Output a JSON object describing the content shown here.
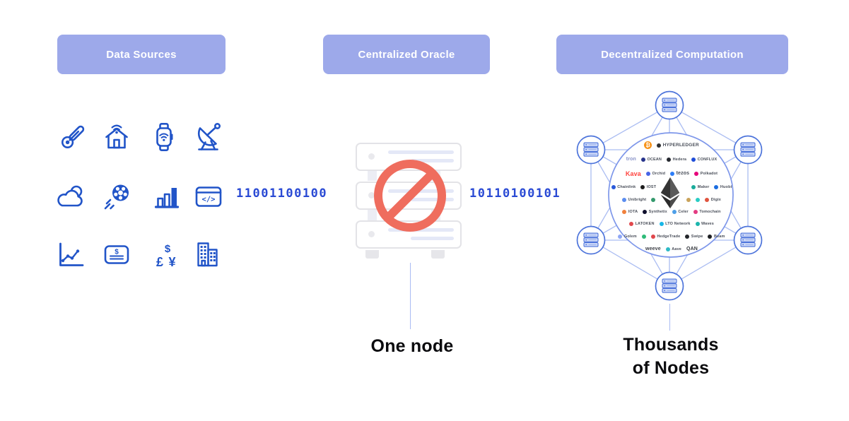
{
  "headers": {
    "data_sources": "Data Sources",
    "centralized_oracle": "Centralized Oracle",
    "decentralized_computation": "Decentralized Computation"
  },
  "data_sources": {
    "icon_names": [
      "thermometer",
      "smart-home",
      "smartwatch",
      "satellite-dish",
      "weather-cloud",
      "soccer-ball",
      "bar-chart",
      "code-window",
      "line-chart",
      "payment-check",
      "currency-symbols",
      "buildings"
    ],
    "code_glyph": "</>",
    "check_dollar": "$",
    "currency": {
      "dollar": "$",
      "pound": "£",
      "yen": "¥"
    }
  },
  "flow": {
    "binary_left": "11001100100",
    "binary_right": "10110100101"
  },
  "centralized": {
    "caption": "One node"
  },
  "decentralized": {
    "caption_line1": "Thousands",
    "caption_line2": "of Nodes",
    "node_count": 6,
    "logo_rows": [
      [
        {
          "glyph": "₿",
          "glyph_bg": "#F7931A",
          "label": ""
        },
        {
          "dot": "#2F3134",
          "label": "HYPERLEDGER",
          "size": 6.5
        }
      ],
      [
        {
          "label": "tron",
          "text_color": "#8892C8",
          "size": 7
        },
        {
          "dot": "#27348B",
          "label": "OCEAN"
        },
        {
          "dot": "#25282F",
          "label": "Hedera"
        },
        {
          "dot": "#1F4DD8",
          "label": "CONFLUX"
        }
      ],
      [
        {
          "label": "Kava",
          "text_color": "#FF433E",
          "size": 9
        },
        {
          "dot": "#4664E6",
          "label": "Orchid"
        },
        {
          "dot": "#2C7DF7",
          "label": "tezos",
          "size": 7
        },
        {
          "dot": "#E6007A",
          "label": "Polkadot"
        }
      ],
      [
        {
          "dot": "#2A5ADA",
          "label": "Chainlink"
        },
        {
          "dot": "#1C1C1C",
          "label": "IOST"
        },
        {
          "spacer": 36
        },
        {
          "dot": "#1AAB9B",
          "label": "Maker"
        },
        {
          "dot": "#1B6DE0",
          "label": "Huobi"
        }
      ],
      [
        {
          "dot": "#5B8DEF",
          "label": "Unibright"
        },
        {
          "dot": "#33996C",
          "label": ""
        },
        {
          "spacer": 30
        },
        {
          "dot": "#C9A35B",
          "label": ""
        },
        {
          "dot": "#29CCC4",
          "label": ""
        },
        {
          "dot": "#E0533D",
          "label": "Digix"
        }
      ],
      [
        {
          "dot": "#F0803C",
          "label": "IOTA"
        },
        {
          "dot": "#0E0E2C",
          "label": "Synthetix"
        },
        {
          "dot": "#4E9FE8",
          "label": "Celer"
        },
        {
          "dot": "#E33B82",
          "label": "Tomochain"
        }
      ],
      [
        {
          "dot": "#E0474C",
          "label": "LATOKEN"
        },
        {
          "dot": "#17B6E7",
          "label": "LTO Network"
        },
        {
          "dot": "#1CB5AD",
          "label": "Waves"
        }
      ],
      [
        {
          "dot": "#8FA7F5",
          "label": "Golem"
        },
        {
          "dot": "#2EBB78",
          "label": ""
        },
        {
          "dot": "#E0474C",
          "label": "HedgeTrade"
        },
        {
          "dot": "#23262B",
          "label": "Swipe"
        },
        {
          "dot": "#1D1F23",
          "label": "Beam"
        }
      ],
      [
        {
          "label": "weeve",
          "text_color": "#3B3E45",
          "size": 7
        },
        {
          "dot": "#2EBAC6",
          "label": "Aave"
        },
        {
          "label": "QAN",
          "text_color": "#33363C",
          "size": 7
        }
      ]
    ]
  },
  "colors": {
    "header_bg": "#9DA9EA",
    "header_text": "#FFFFFF",
    "icon_blue": "#2154C8",
    "binary_blue": "#2A4AD4",
    "prohibition_red": "#EF6D5E",
    "server_border": "#E3E3E7",
    "server_detail": "#E4E8F7",
    "network_line": "#ABBDF2",
    "node_border": "#4D74DB",
    "node_fill": "#CBD7F7",
    "circle_border": "#7E97EA",
    "label_text": "#0B0B0E"
  }
}
